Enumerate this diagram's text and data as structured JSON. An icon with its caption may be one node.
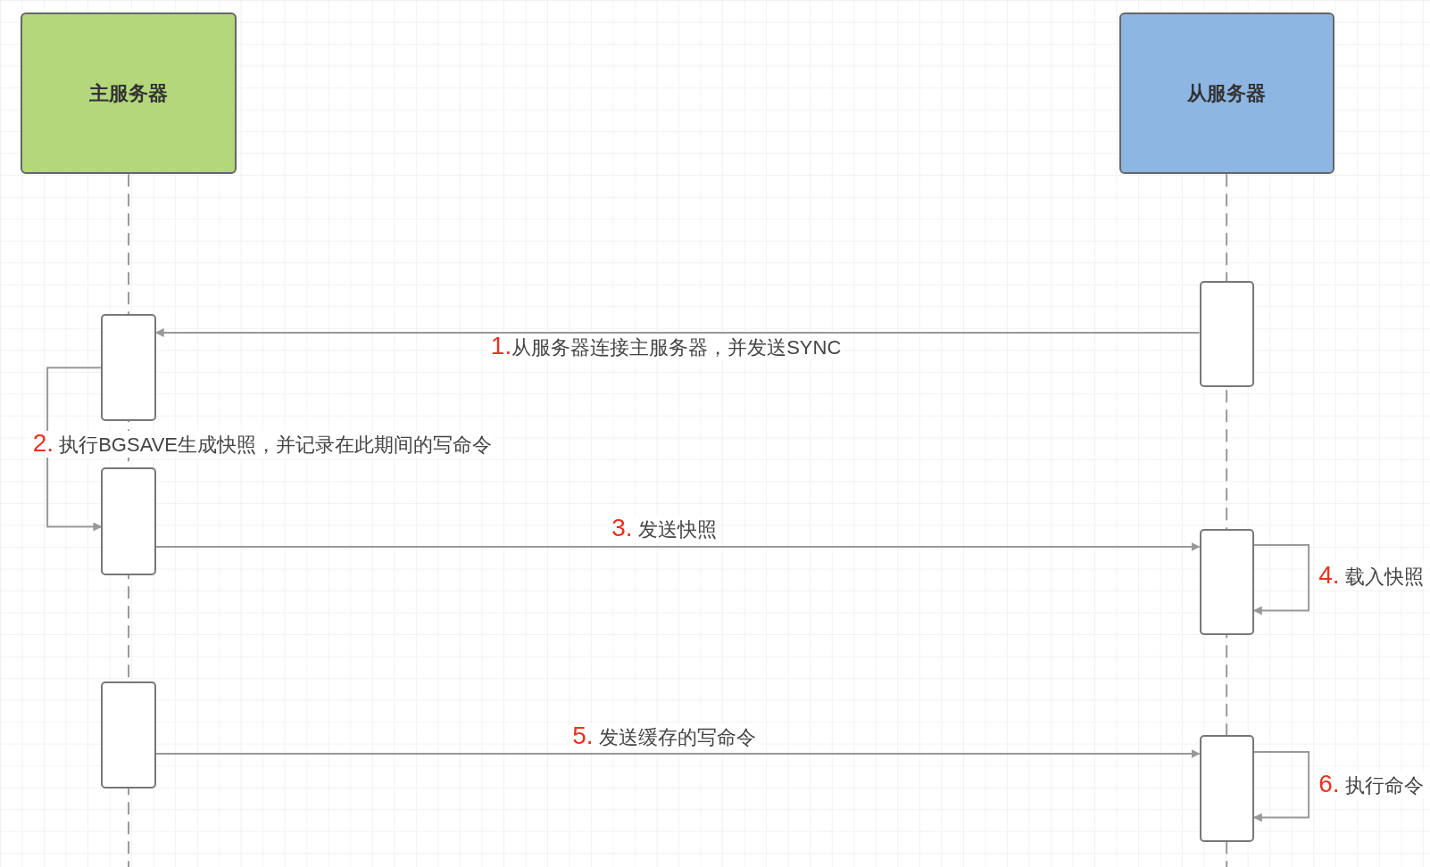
{
  "diagram": {
    "nodes": [
      {
        "text": [
          "主服务器"
        ]
      },
      {
        "text": [
          "从服务器"
        ]
      },
      {
        "text": [],
        "shape": "box"
      },
      {
        "text": [],
        "shape": "box"
      },
      {
        "text": [],
        "shape": "box"
      },
      {
        "text": [],
        "shape": "box"
      },
      {
        "text": [],
        "shape": "box"
      },
      {
        "text": [],
        "shape": "box"
      }
    ],
    "edges": [
      {
        "from": 5,
        "to": 2,
        "arrow": "to",
        "label": "1.从服务器连接主服务器，并发送SYNC"
      },
      {
        "from": 2,
        "to": 3,
        "arrow": "to",
        "label": "2. 执行BGSAVE生成快照，并记录在此期间的写命令"
      },
      {
        "from": 3,
        "to": 6,
        "arrow": "to",
        "label": "3. 发送快照"
      },
      {
        "from": 6,
        "to": 6,
        "arrow": "to",
        "label": "4. 载入快照"
      },
      {
        "from": 4,
        "to": 7,
        "arrow": "to",
        "label": "5. 发送缓存的写命令"
      },
      {
        "from": 7,
        "to": 7,
        "arrow": "to",
        "label": "6. 执行命令"
      }
    ]
  }
}
